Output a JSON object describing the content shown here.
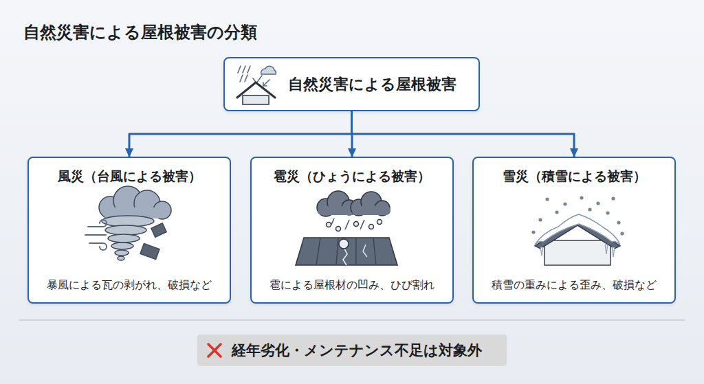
{
  "diagram": {
    "title": "自然災害による屋根被害の分類",
    "nodes": [
      {
        "text": [
          "自然災害による屋根被害"
        ]
      },
      {
        "text": [
          "風災（台風による被害）",
          "暴風による瓦の剥がれ、破損など"
        ]
      },
      {
        "text": [
          "雹災（ひょうによる被害）",
          "雹による屋根材の凹み、ひび割れ"
        ]
      },
      {
        "text": [
          "雪災（積雪による被害）",
          "積雪の重みによる歪み、破損など"
        ]
      },
      {
        "text": [
          "経年劣化・メンテナンス不足は対象外"
        ]
      }
    ],
    "edges": [
      {
        "from": 0,
        "to": 1,
        "arrow": "to"
      },
      {
        "from": 0,
        "to": 2,
        "arrow": "to"
      },
      {
        "from": 0,
        "to": 3,
        "arrow": "to"
      }
    ]
  }
}
